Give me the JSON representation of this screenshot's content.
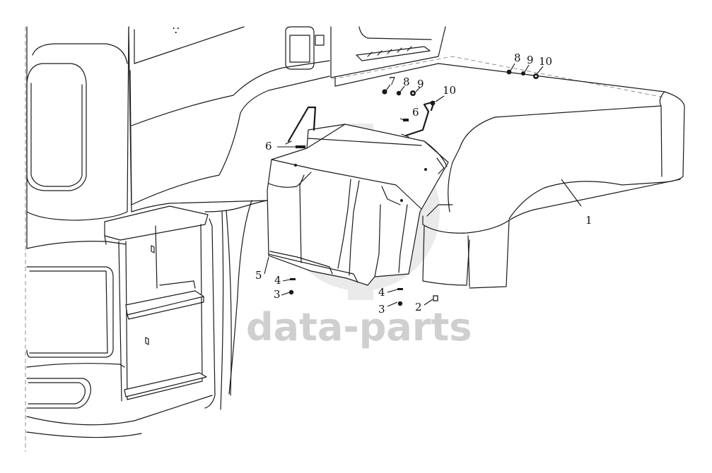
{
  "watermark": {
    "text": "data-parts",
    "color": "#cfcfcf"
  },
  "callouts": [
    {
      "id": "c1",
      "label": "1"
    },
    {
      "id": "c2",
      "label": "2"
    },
    {
      "id": "c3a",
      "label": "3"
    },
    {
      "id": "c3b",
      "label": "3"
    },
    {
      "id": "c4a",
      "label": "4"
    },
    {
      "id": "c4b",
      "label": "4"
    },
    {
      "id": "c5",
      "label": "5"
    },
    {
      "id": "c6a",
      "label": "6"
    },
    {
      "id": "c6b",
      "label": "6"
    },
    {
      "id": "c7",
      "label": "7"
    },
    {
      "id": "c8a",
      "label": "8"
    },
    {
      "id": "c9a",
      "label": "9"
    },
    {
      "id": "c10a",
      "label": "10"
    },
    {
      "id": "c8b",
      "label": "8"
    },
    {
      "id": "c9b",
      "label": "9"
    },
    {
      "id": "c10b",
      "label": "10"
    }
  ]
}
